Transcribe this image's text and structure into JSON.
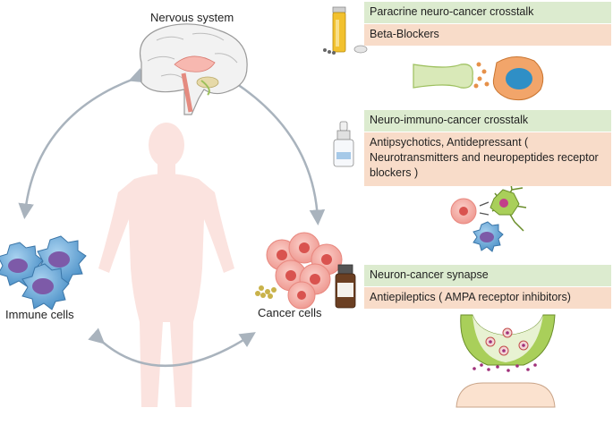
{
  "labels": {
    "nervous_system": "Nervous system",
    "immune_cells": "Immune cells",
    "cancer_cells": "Cancer cells"
  },
  "sections": [
    {
      "mechanism": "Paracrine neuro-cancer crosstalk",
      "drugs": "Beta-Blockers"
    },
    {
      "mechanism": "Neuro-immuno-cancer crosstalk",
      "drugs": "Antipsychotics, Antidepressant ( Neurotransmitters and neuropeptides receptor blockers )"
    },
    {
      "mechanism": "Neuron-cancer synapse",
      "drugs": "Antiepileptics ( AMPA receptor inhibitors)"
    }
  ],
  "colors": {
    "mechanism_bg": "#dcebcf",
    "drug_bg": "#f8dcc9",
    "arrow": "#a9b3bd",
    "body_silhouette": "#fbe3df",
    "immune_cell": "#6aaad8",
    "immune_nucleus": "#7d5aa8",
    "cancer_cell": "#f2a8a0",
    "cancer_nucleus": "#d9534f",
    "neuron_green": "#a9cf5a",
    "synapse_vesicle": "#a0307a"
  },
  "icons": [
    "brain-icon",
    "pill-bottle-icon",
    "dropper-bottle-icon",
    "medicine-bottle-icon",
    "neuron-icon",
    "synapse-icon"
  ]
}
